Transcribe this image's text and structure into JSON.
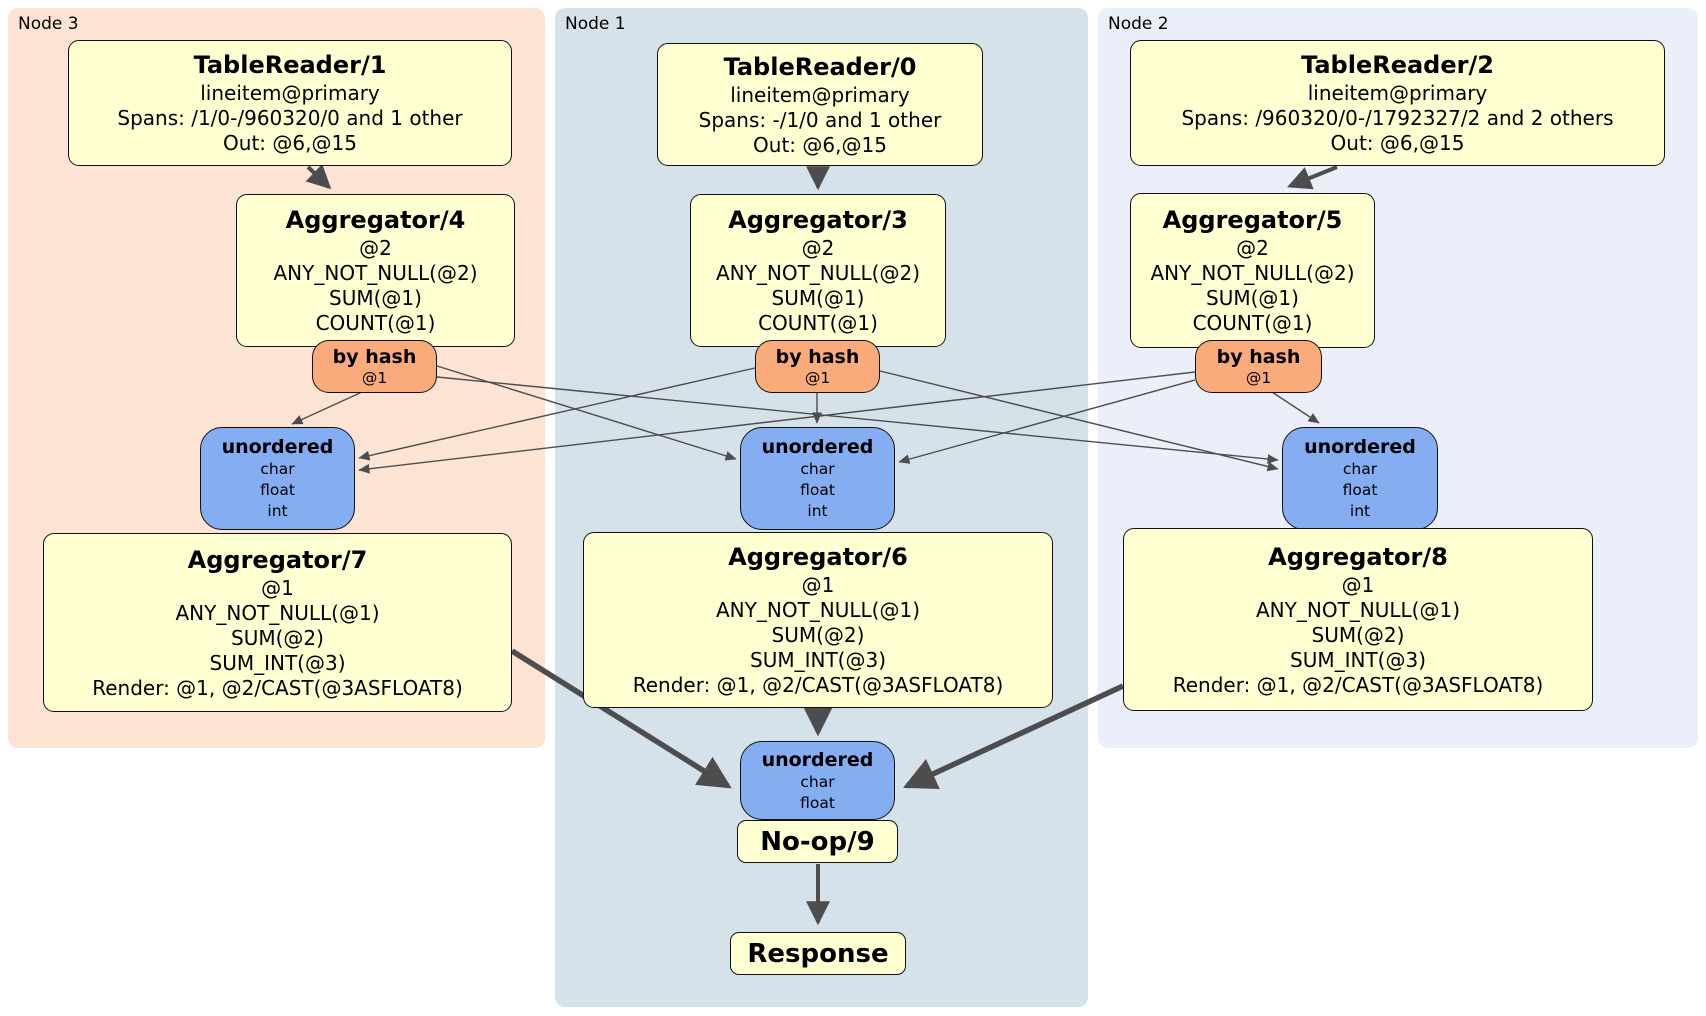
{
  "diagram": {
    "node3": {
      "label": "Node 3",
      "table_reader": {
        "title": "TableReader/1",
        "index": "lineitem@primary",
        "spans": "Spans: /1/0-/960320/0 and 1 other",
        "out": "Out: @6,@15"
      },
      "aggregator_top": {
        "title": "Aggregator/4",
        "group": "@2",
        "agg1": "ANY_NOT_NULL(@2)",
        "agg2": "SUM(@1)",
        "agg3": "COUNT(@1)"
      },
      "router": {
        "title": "by hash",
        "columns": "@1"
      },
      "sync": {
        "title": "unordered",
        "col1": "char",
        "col2": "float",
        "col3": "int"
      },
      "aggregator_bottom": {
        "title": "Aggregator/7",
        "group": "@1",
        "agg1": "ANY_NOT_NULL(@1)",
        "agg2": "SUM(@2)",
        "agg3": "SUM_INT(@3)",
        "render": "Render: @1, @2/CAST(@3ASFLOAT8)"
      }
    },
    "node1": {
      "label": "Node 1",
      "table_reader": {
        "title": "TableReader/0",
        "index": "lineitem@primary",
        "spans": "Spans: -/1/0 and 1 other",
        "out": "Out: @6,@15"
      },
      "aggregator_top": {
        "title": "Aggregator/3",
        "group": "@2",
        "agg1": "ANY_NOT_NULL(@2)",
        "agg2": "SUM(@1)",
        "agg3": "COUNT(@1)"
      },
      "router": {
        "title": "by hash",
        "columns": "@1"
      },
      "sync": {
        "title": "unordered",
        "col1": "char",
        "col2": "float",
        "col3": "int"
      },
      "aggregator_bottom": {
        "title": "Aggregator/6",
        "group": "@1",
        "agg1": "ANY_NOT_NULL(@1)",
        "agg2": "SUM(@2)",
        "agg3": "SUM_INT(@3)",
        "render": "Render: @1, @2/CAST(@3ASFLOAT8)"
      },
      "final_sync": {
        "title": "unordered",
        "col1": "char",
        "col2": "float"
      },
      "noop": {
        "title": "No-op/9"
      },
      "response": {
        "title": "Response"
      }
    },
    "node2": {
      "label": "Node 2",
      "table_reader": {
        "title": "TableReader/2",
        "index": "lineitem@primary",
        "spans": "Spans: /960320/0-/1792327/2 and 2 others",
        "out": "Out: @6,@15"
      },
      "aggregator_top": {
        "title": "Aggregator/5",
        "group": "@2",
        "agg1": "ANY_NOT_NULL(@2)",
        "agg2": "SUM(@1)",
        "agg3": "COUNT(@1)"
      },
      "router": {
        "title": "by hash",
        "columns": "@1"
      },
      "sync": {
        "title": "unordered",
        "col1": "char",
        "col2": "float",
        "col3": "int"
      },
      "aggregator_bottom": {
        "title": "Aggregator/8",
        "group": "@1",
        "agg1": "ANY_NOT_NULL(@1)",
        "agg2": "SUM(@2)",
        "agg3": "SUM_INT(@3)",
        "render": "Render: @1, @2/CAST(@3ASFLOAT8)"
      }
    },
    "colors": {
      "node3_bg": "#fce3d4",
      "node1_bg": "#d6e2ea",
      "node2_bg": "#eaeff9",
      "processor_fill": "#ffffd1",
      "router_fill": "#f9ab7c",
      "sync_fill": "#85adf2",
      "edge": "#4d4d4d"
    }
  }
}
